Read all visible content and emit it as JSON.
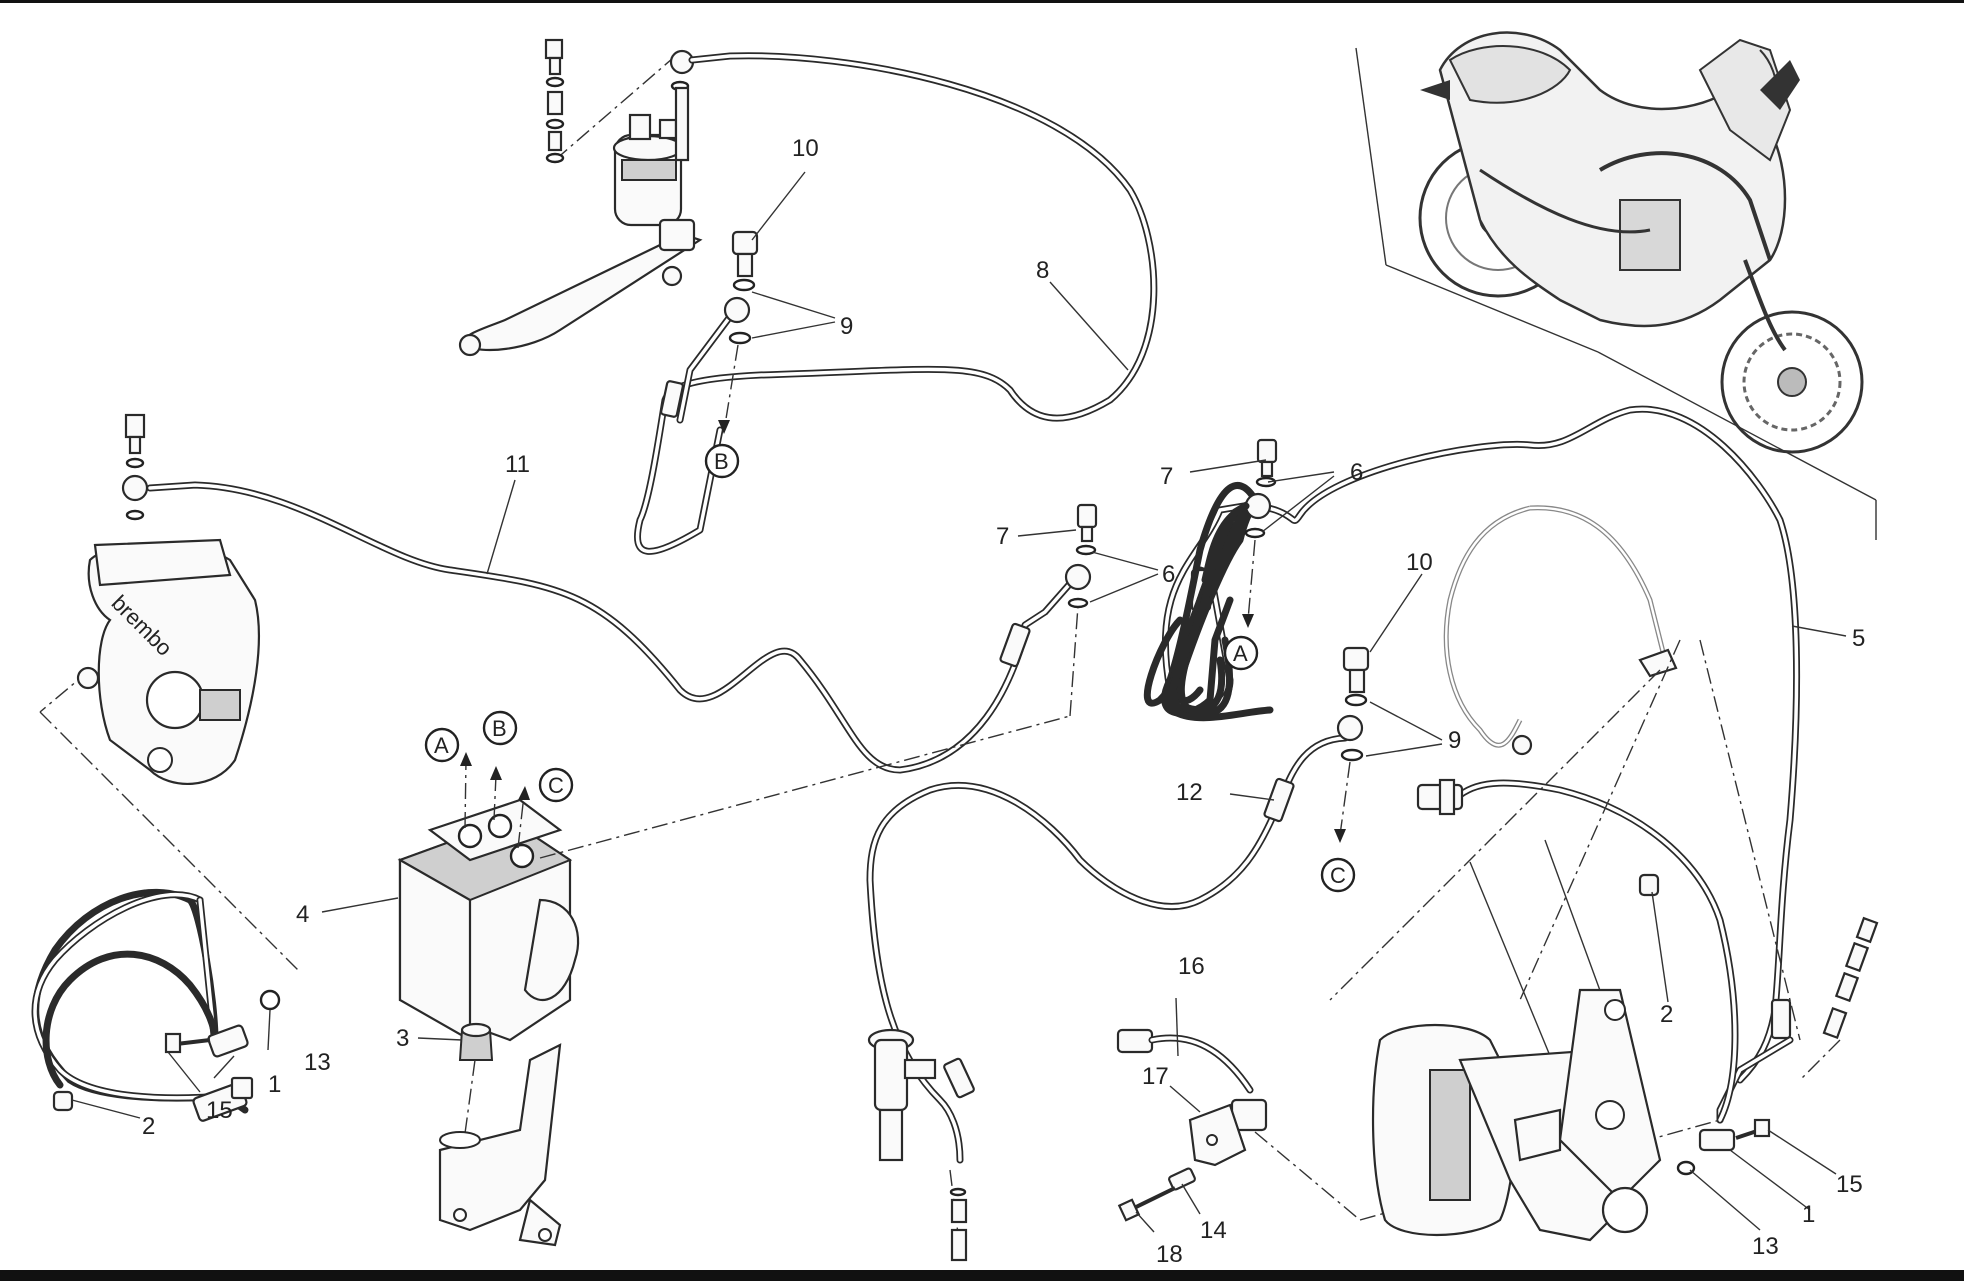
{
  "callouts": {
    "n1a": "1",
    "n1b": "1",
    "n2a": "2",
    "n2b": "2",
    "n3": "3",
    "n4": "4",
    "n5": "5",
    "n6a": "6",
    "n6b": "6",
    "n7a": "7",
    "n7b": "7",
    "n8": "8",
    "n9a": "9",
    "n9b": "9",
    "n10a": "10",
    "n10b": "10",
    "n11": "11",
    "n12": "12",
    "n13a": "13",
    "n13b": "13",
    "n14": "14",
    "n15a": "15",
    "n15b": "15",
    "n16": "16",
    "n17": "17",
    "n18": "18"
  },
  "connection_markers": {
    "a1": "A",
    "a2": "A",
    "b1": "B",
    "b2": "B",
    "c1": "C",
    "c2": "C"
  },
  "caliper_brand": "brembo",
  "colors": {
    "ink": "#2a2a2a",
    "paper": "#ffffff",
    "frame_bar": "#111111"
  }
}
